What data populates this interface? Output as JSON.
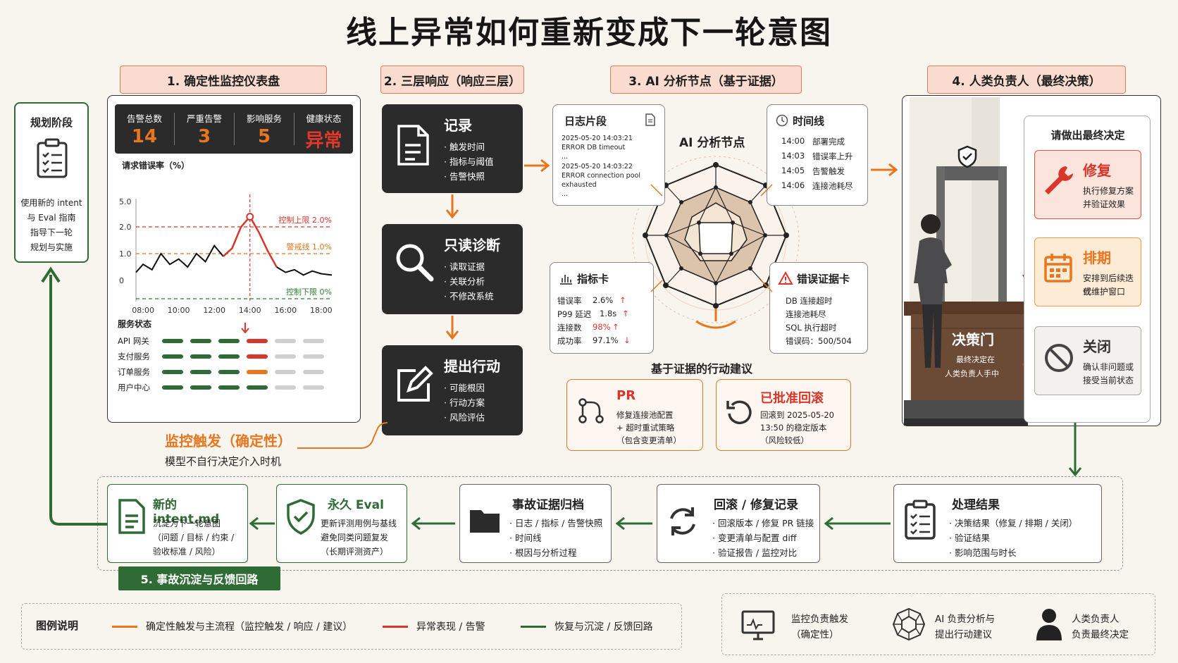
{
  "title": "线上异常如何重新变成下一轮意图",
  "planning": {
    "title": "规划阶段",
    "lines": [
      "使用新的 intent",
      "与 Eval 指南",
      "指导下一轮",
      "规划与实施"
    ]
  },
  "sections": {
    "s1": "1. 确定性监控仪表盘",
    "s2": "2. 三层响应（响应三层）",
    "s3": "3. AI 分析节点（基于证据）",
    "s4": "4. 人类负责人（最终决策）",
    "s5": "5. 事故沉淀与反馈回路"
  },
  "dashboard": {
    "kpis": [
      {
        "label": "告警总数",
        "value": "14",
        "color": "#e8761f"
      },
      {
        "label": "严重告警",
        "value": "3",
        "color": "#e8761f"
      },
      {
        "label": "影响服务",
        "value": "5",
        "color": "#e8761f"
      },
      {
        "label": "健康状态",
        "value": "异常",
        "color": "#e0392b"
      }
    ],
    "chart_title": "请求错误率（%）",
    "service_title": "服务状态",
    "services": [
      "API 网关",
      "支付服务",
      "订单服务",
      "用户中心"
    ],
    "trigger_title": "监控触发（确定性）",
    "trigger_sub": "模型不自行决定介入时机"
  },
  "chart_data": {
    "type": "line",
    "title": "请求错误率（%）",
    "y_tick_labels": [
      "5.0",
      "2.0",
      "1.0",
      "0"
    ],
    "x": [
      "08:00",
      "10:00",
      "12:00",
      "14:00",
      "16:00",
      "18:00"
    ],
    "series": [
      {
        "name": "",
        "x": [
          7.6,
          8.0,
          8.5,
          9.0,
          9.5,
          10.0,
          10.5,
          11.0,
          11.5,
          12.0,
          12.5,
          13.0,
          13.5,
          14.0,
          14.5,
          15.0,
          15.5,
          16.0,
          16.5,
          17.0,
          17.5,
          18.0,
          18.6
        ],
        "y": [
          0.3,
          0.6,
          0.4,
          1.0,
          0.6,
          0.8,
          0.5,
          1.0,
          0.7,
          1.3,
          0.9,
          1.2,
          2.0,
          3.2,
          1.8,
          1.1,
          0.5,
          0.3,
          0.4,
          0.2,
          0.35,
          0.25,
          0.2
        ]
      }
    ],
    "thresholds": [
      {
        "label": "控制上限 2.0%",
        "value": 2.0,
        "color": "#d9362b"
      },
      {
        "label": "警戒线 1.0%",
        "value": 1.0,
        "color": "#e8761f"
      },
      {
        "label": "控制下限 0%",
        "value": -0.25,
        "color": "#2e7d32"
      }
    ],
    "grid": false
  },
  "response": {
    "record": {
      "title": "记录",
      "items": [
        "触发时间",
        "指标与阈值",
        "告警快照"
      ]
    },
    "diagnose": {
      "title": "只读诊断",
      "items": [
        "读取证据",
        "关联分析",
        "不修改系统"
      ]
    },
    "action": {
      "title": "提出行动",
      "items": [
        "可能根因",
        "行动方案",
        "风险评估"
      ]
    }
  },
  "ai": {
    "center": "AI 分析节点",
    "log": {
      "title": "日志片段",
      "lines": [
        "2025-05-20 14:03:21",
        "ERROR DB timeout",
        "...",
        "2025-05-20 14:03:22",
        "ERROR connection pool",
        "exhausted",
        "..."
      ]
    },
    "timeline": {
      "title": "时间线",
      "rows": [
        [
          "14:00",
          "部署完成"
        ],
        [
          "14:03",
          "错误率上升"
        ],
        [
          "14:05",
          "告警触发"
        ],
        [
          "14:06",
          "连接池耗尽"
        ]
      ]
    },
    "metrics": {
      "title": "指标卡",
      "rows": [
        [
          "错误率",
          "2.6%",
          "↑"
        ],
        [
          "P99 延迟",
          "1.8s",
          "↑"
        ],
        [
          "连接数",
          "98%",
          "↑"
        ],
        [
          "成功率",
          "97.1%",
          "↓"
        ]
      ]
    },
    "errors": {
      "title": "错误证据卡",
      "lines": [
        "DB 连接超时",
        "连接池耗尽",
        "SQL 执行超时",
        "错误码：500/504"
      ]
    },
    "suggest_title": "基于证据的行动建议",
    "pr": {
      "title": "PR",
      "lines": [
        "修复连接池配置",
        "+ 超时重试策略",
        "（包含变更清单）"
      ]
    },
    "rollback": {
      "title": "已批准回滚",
      "lines": [
        "回滚到 2025-05-20",
        "13:50 的稳定版本",
        "（风险较低）"
      ]
    }
  },
  "human": {
    "gate_title": "决策门",
    "gate_sub": [
      "最终决定在",
      "人类负责人手中"
    ],
    "panel_title": "请做出最终决定",
    "options": [
      {
        "title": "修复",
        "lines": [
          "执行修复方案",
          "并验证效果"
        ]
      },
      {
        "title": "排期",
        "lines": [
          "安排到后续迭代",
          "或维护窗口"
        ]
      },
      {
        "title": "关闭",
        "lines": [
          "确认非问题或",
          "接受当前状态"
        ]
      }
    ]
  },
  "feedback": {
    "intent": {
      "title": "新的 intent.md",
      "lines": [
        "沉淀为下一轮意图",
        "（问题 / 目标 / 约束 /",
        "验收标准 / 风险）"
      ]
    },
    "eval": {
      "title": "永久 Eval",
      "lines": [
        "更新评测用例与基线",
        "避免同类问题复发",
        "（长期评测资产）"
      ]
    },
    "archive": {
      "title": "事故证据归档",
      "items": [
        "日志 / 指标 / 告警快照",
        "时间线",
        "根因与分析过程"
      ]
    },
    "rollback_rec": {
      "title": "回滚 / 修复记录",
      "items": [
        "回滚版本 / 修复 PR 链接",
        "变更清单与配置 diff",
        "验证报告 / 监控对比"
      ]
    },
    "result": {
      "title": "处理结果",
      "items": [
        "决策结果（修复 / 排期 / 关闭）",
        "验证结果",
        "影响范围与时长"
      ]
    }
  },
  "legend": {
    "title": "图例说明",
    "items": [
      {
        "label": "确定性触发与主流程（监控触发 / 响应 / 建议）",
        "color": "#e8761f"
      },
      {
        "label": "异常表现 / 告警",
        "color": "#d9362b"
      },
      {
        "label": "恢复与沉淀 / 反馈回路",
        "color": "#2f6b35"
      }
    ],
    "roles": [
      {
        "lines": [
          "监控负责触发",
          "（确定性）"
        ],
        "icon": "monitor-icon"
      },
      {
        "lines": [
          "AI 负责分析与",
          "提出行动建议"
        ],
        "icon": "network-icon"
      },
      {
        "lines": [
          "人类负责人",
          "负责最终决定"
        ],
        "icon": "person-icon"
      }
    ]
  }
}
